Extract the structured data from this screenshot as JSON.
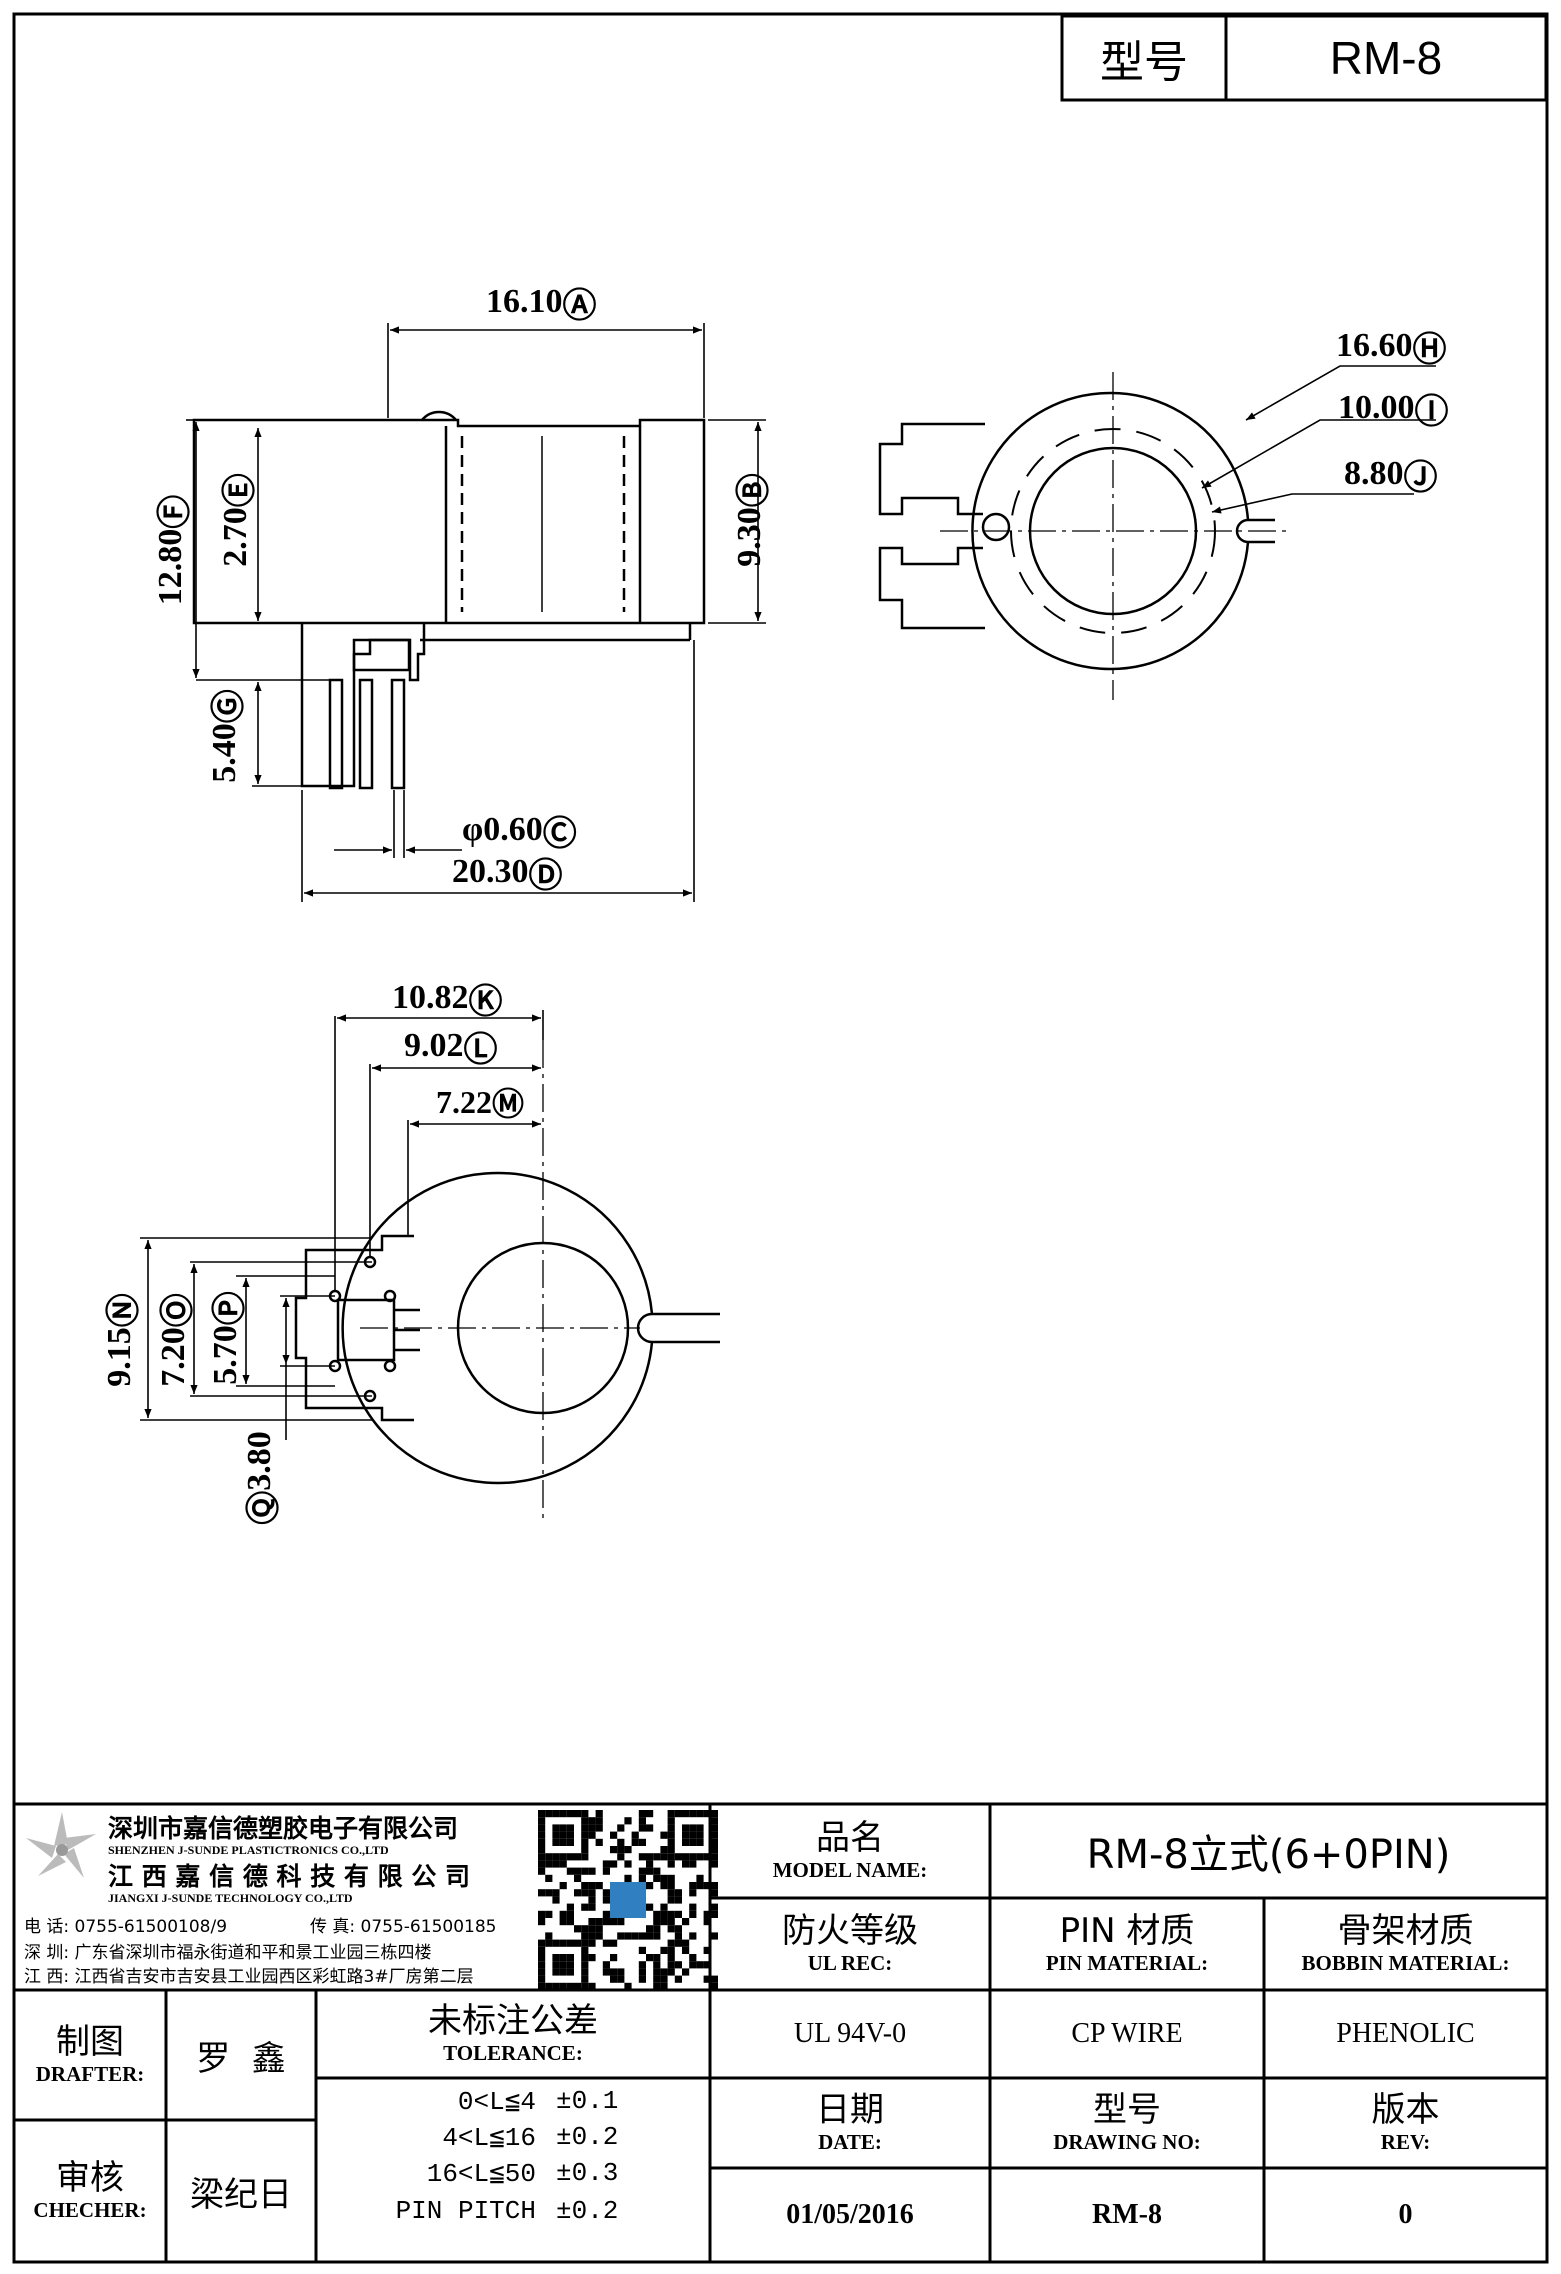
{
  "header": {
    "model_label": "型号",
    "model_value": "RM-8"
  },
  "company": {
    "name_cn_1": "深圳市嘉信德塑胶电子有限公司",
    "name_en_1": "SHENZHEN J-SUNDE PLASTICTRONICS CO.,LTD",
    "name_cn_2": "江 西 嘉 信 德 科 技 有 限 公 司",
    "name_en_2": "JIANGXI J-SUNDE TECHNOLOGY CO.,LTD",
    "phone": "电 话:  0755-61500108/9",
    "fax": "传 真:  0755-61500185",
    "addr_sz": "深 圳:  广东省深圳市福永街道和平和景工业园三栋四楼",
    "addr_jx": "江 西:  江西省吉安市吉安县工业园西区彩虹路3#厂房第二层"
  },
  "title_block": {
    "product_name_cn": "品名",
    "product_name_en": "MODEL NAME:",
    "product_name_value": "RM-8立式(6+0PIN)",
    "ul_cn": "防火等级",
    "ul_en": "UL REC:",
    "ul_value": "UL 94V-0",
    "pin_cn": "PIN 材质",
    "pin_en": "PIN MATERIAL:",
    "pin_value": "CP WIRE",
    "bobbin_cn": "骨架材质",
    "bobbin_en": "BOBBIN MATERIAL:",
    "bobbin_value": "PHENOLIC",
    "drafter_cn": "制图",
    "drafter_en": "DRAFTER:",
    "drafter_value": "罗  鑫",
    "checker_cn": "审核",
    "checker_en": "CHECHER:",
    "checker_value": "梁纪日",
    "tol_cn": "未标注公差",
    "tol_en": "TOLERANCE:",
    "tolerances": [
      {
        "range": "0<L≦4",
        "value": "±0.1"
      },
      {
        "range": "4<L≦16",
        "value": "±0.2"
      },
      {
        "range": "16<L≦50",
        "value": "±0.3"
      },
      {
        "range": "PIN PITCH",
        "value": "±0.2"
      }
    ],
    "date_cn": "日期",
    "date_en": "DATE:",
    "date_value": "01/05/2016",
    "dwg_cn": "型号",
    "dwg_en": "DRAWING NO:",
    "dwg_value": "RM-8",
    "rev_cn": "版本",
    "rev_en": "REV:",
    "rev_value": "0"
  },
  "dimensions": {
    "A": "16.10",
    "B": "9.30",
    "C": "φ0.60",
    "D": "20.30",
    "E": "2.70",
    "F": "12.80",
    "G": "5.40",
    "H": "16.60",
    "I": "10.00",
    "J": "8.80",
    "K": "10.82",
    "L": "9.02",
    "M": "7.22",
    "N": "9.15",
    "O": "7.20",
    "P": "5.70",
    "Q": "3.80"
  },
  "markers": {
    "A": "Ⓐ",
    "B": "Ⓑ",
    "C": "Ⓒ",
    "D": "Ⓓ",
    "E": "Ⓔ",
    "F": "Ⓕ",
    "G": "Ⓖ",
    "H": "Ⓗ",
    "I": "Ⓘ",
    "J": "Ⓙ",
    "K": "Ⓚ",
    "L": "Ⓛ",
    "M": "Ⓜ",
    "N": "Ⓝ",
    "O": "Ⓞ",
    "P": "Ⓟ",
    "Q": "Ⓠ"
  }
}
